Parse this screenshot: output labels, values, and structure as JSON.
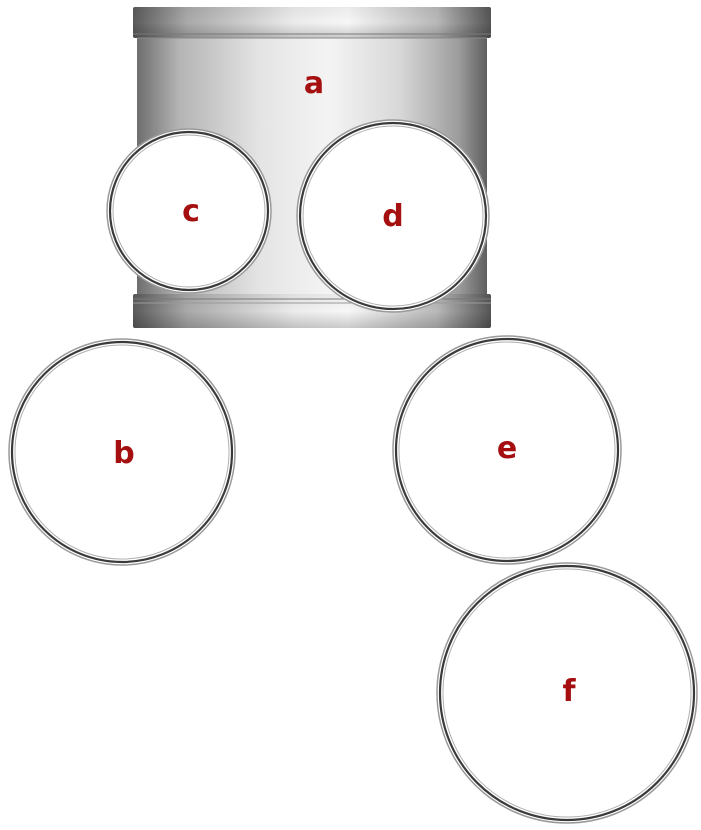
{
  "labels": {
    "a": "a",
    "b": "b",
    "c": "c",
    "d": "d",
    "e": "e",
    "f": "f"
  },
  "colors": {
    "label": "#a50f0f",
    "outline": "#4a4a4a",
    "cylinder_dark": "#6f6f6f",
    "cylinder_light": "#f2f2f2",
    "disc_fill": "#ffffff"
  }
}
